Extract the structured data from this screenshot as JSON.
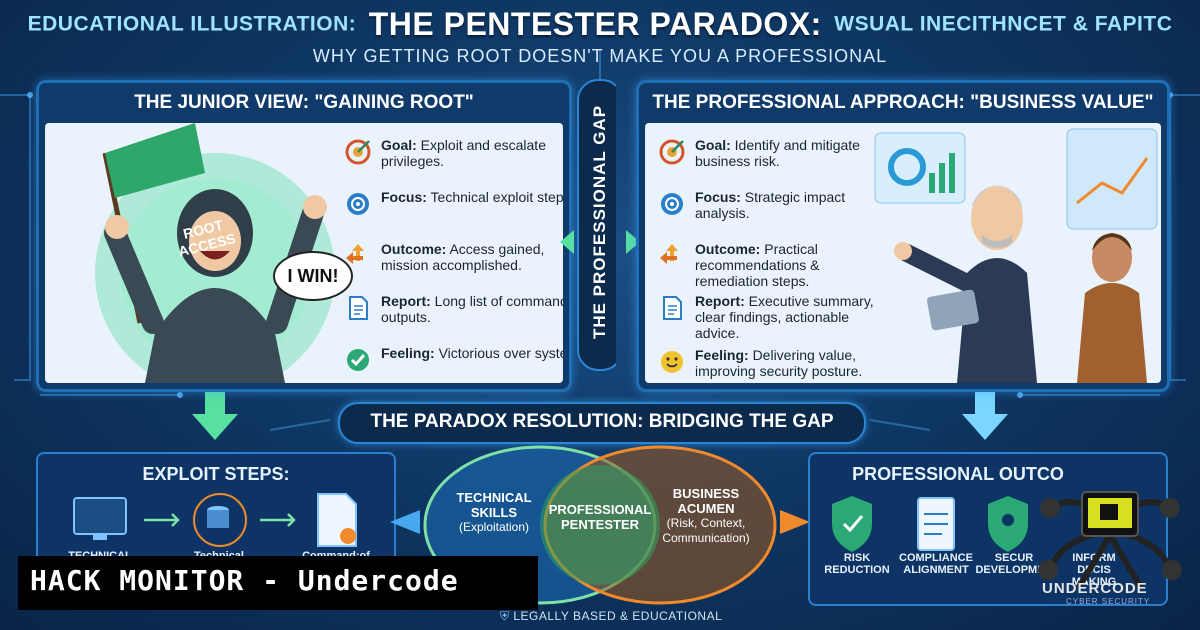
{
  "header": {
    "prefix": "EDUCATIONAL ILLUSTRATION:",
    "title": "THE PENTESTER PARADOX:",
    "suffix": "WSUAL INECITHNCET & FAPITC",
    "subtitle": "WHY GETTING ROOT DOESN'T MAKE YOU A PROFESSIONAL"
  },
  "junior": {
    "title": "THE JUNIOR VIEW: \"GAINING ROOT\"",
    "flag": "ROOT ACCESS",
    "speech": "I WIN!",
    "items": [
      {
        "icon": "target-icon",
        "label": "Goal:",
        "text": "Exploit and escalate privileges."
      },
      {
        "icon": "crosshair-icon",
        "label": "Focus:",
        "text": "Technical exploit steps."
      },
      {
        "icon": "arrows-icon",
        "label": "Outcome:",
        "text": "Access gained, mission accomplished."
      },
      {
        "icon": "document-icon",
        "label": "Report:",
        "text": "Long list of command outputs."
      },
      {
        "icon": "checkmark-icon",
        "label": "Feeling:",
        "text": "Victorious over systems."
      }
    ]
  },
  "pro": {
    "title": "THE PROFESSIONAL APPROACH: \"BUSINESS VALUE\"",
    "items": [
      {
        "icon": "target-icon",
        "label": "Goal:",
        "text": "Identify and mitigate business risk."
      },
      {
        "icon": "crosshair-icon",
        "label": "Focus:",
        "text": "Strategic impact analysis."
      },
      {
        "icon": "arrows-icon",
        "label": "Outcome:",
        "text": "Practical recommendations & remediation steps."
      },
      {
        "icon": "document-icon",
        "label": "Report:",
        "text": "Executive summary, clear findings, actionable advice."
      },
      {
        "icon": "smiley-icon",
        "label": "Feeling:",
        "text": "Delivering value, improving security posture."
      }
    ]
  },
  "gap": {
    "label": "THE PROFESSIONAL GAP"
  },
  "resolution": {
    "label": "THE PARADOX RESOLUTION: BRIDGING THE GAP"
  },
  "exploit": {
    "title": "EXPLOIT STEPS:",
    "steps": [
      "TECHNICAL",
      "Technical",
      "Command:of"
    ]
  },
  "venn": {
    "left_title": "TECHNICAL SKILLS",
    "left_sub": "(Exploitation)",
    "center": "PROFESSIONAL PENTESTER",
    "right_title": "BUSINESS ACUMEN",
    "right_sub": "(Risk, Context, Communication)"
  },
  "outcomes": {
    "title": "PROFESSIONAL OUTCO",
    "items": [
      "RISK REDUCTION",
      "COMPLIANCE ALIGNMENT",
      "SECUR DEVELOPMEN",
      "INFORM DECIS MAKING"
    ]
  },
  "banner": {
    "text": "HACK MONITOR - Undercode"
  },
  "footer": {
    "legal": "LEGALLY BASED & EDUCATIONAL"
  },
  "brand": {
    "name": "UNDERCODE",
    "tagline": "CYBER SECURITY"
  },
  "colors": {
    "accent": "#2a85d6",
    "panel": "#eaf3fb",
    "green": "#3fd08a",
    "orange": "#f08a2c"
  }
}
